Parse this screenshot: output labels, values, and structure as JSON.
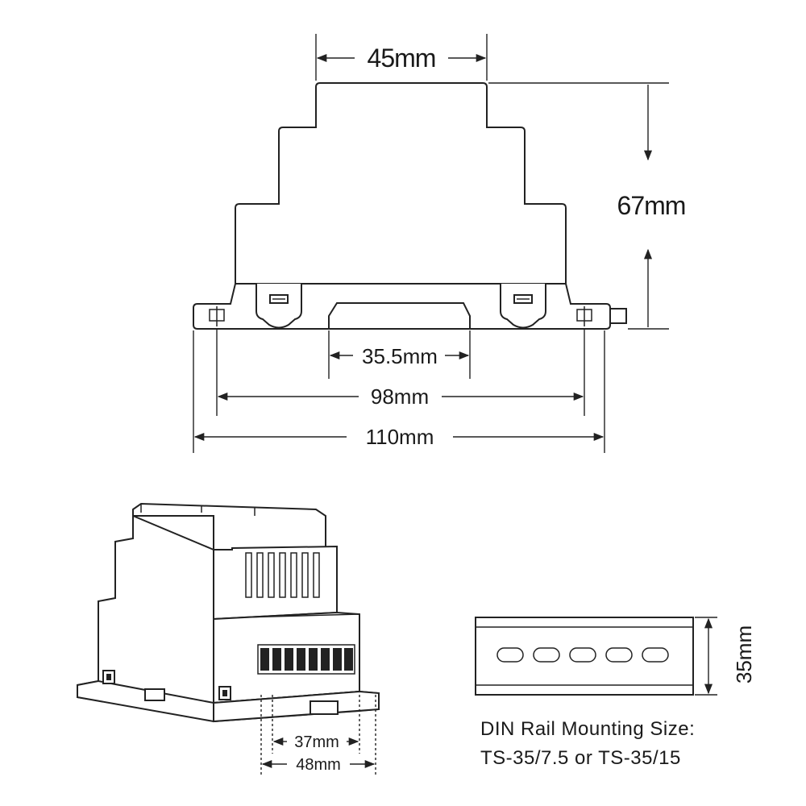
{
  "dimensions": {
    "width_top": "45mm",
    "height": "67mm",
    "rail_slot": "35.5mm",
    "hole_spacing": "98mm",
    "overall_width": "110mm",
    "bottom_inner": "37mm",
    "bottom_outer": "48mm",
    "rail_width": "35mm"
  },
  "caption": {
    "line1": "DIN Rail Mounting Size:",
    "line2": "TS-35/7.5 or TS-35/15"
  }
}
